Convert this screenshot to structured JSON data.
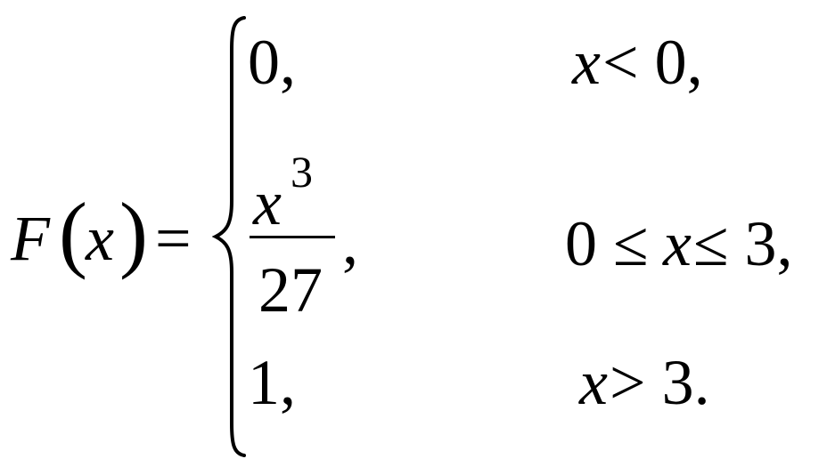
{
  "formula": {
    "func_name": "F",
    "left_paren": "(",
    "variable": "x",
    "right_paren": ")",
    "equals": "=",
    "cases": [
      {
        "value": "0,",
        "condition_var": "x",
        "condition_rest": " < 0,"
      },
      {
        "numerator_var": "x",
        "numerator_exp": "3",
        "denominator": "27",
        "comma": ",",
        "condition_left": "0 ≤ ",
        "condition_var": "x",
        "condition_right": " ≤ 3,"
      },
      {
        "value": "1,",
        "condition_var": "x",
        "condition_rest": " > 3."
      }
    ]
  }
}
